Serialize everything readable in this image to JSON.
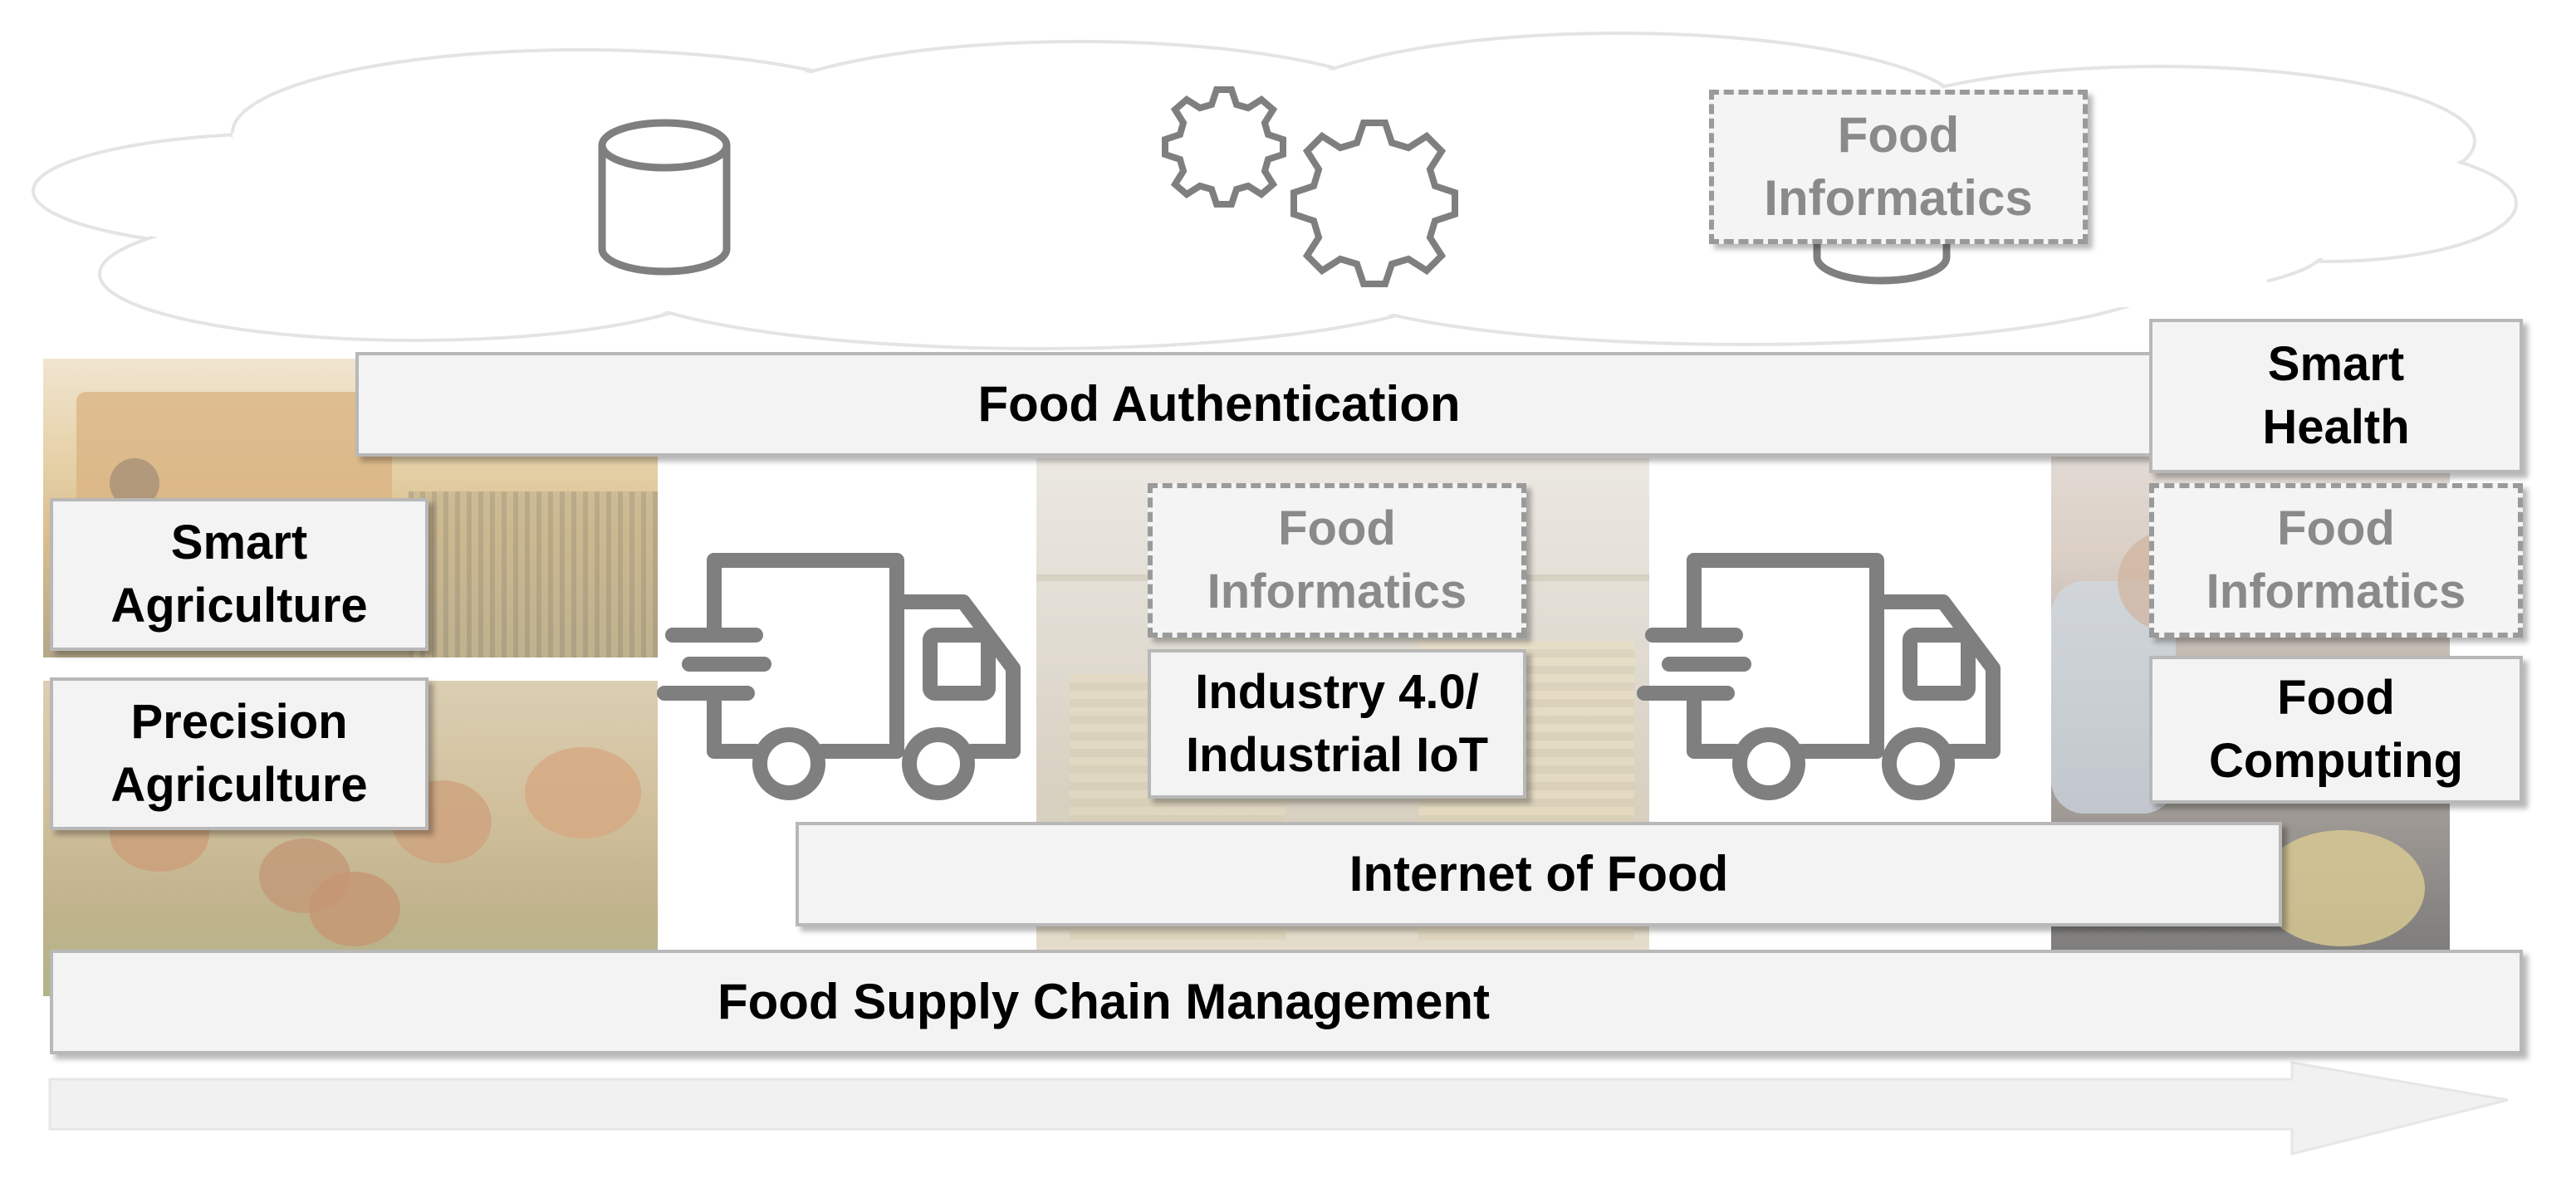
{
  "diagram": {
    "bands": {
      "food_authentication": "Food Authentication",
      "internet_of_food": "Internet of Food",
      "food_supply_chain_management": "Food Supply Chain Management"
    },
    "left_boxes": {
      "smart_agriculture": [
        "Smart",
        "Agriculture"
      ],
      "precision_agriculture": [
        "Precision",
        "Agriculture"
      ]
    },
    "center_boxes": {
      "food_informatics": [
        "Food",
        "Informatics"
      ],
      "industry": [
        "Industry 4.0/",
        "Industrial IoT"
      ]
    },
    "right_boxes": {
      "smart_health": [
        "Smart",
        "Health"
      ],
      "food_informatics": [
        "Food",
        "Informatics"
      ],
      "food_computing": [
        "Food",
        "Computing"
      ]
    },
    "cloud_boxes": {
      "food_informatics": [
        "Food",
        "Informatics"
      ]
    },
    "icons": [
      "database-icon",
      "gears-icon",
      "truck-icon",
      "truck-icon",
      "database-icon",
      "arrow-icon",
      "cloud-icon"
    ],
    "colors": {
      "box_fill": "#f3f3f3",
      "box_border": "#b8b8b8",
      "icon_gray": "#7f7f7f",
      "dashed_text": "#8a8a8a",
      "arrow_fill": "#f1f1f1"
    }
  }
}
